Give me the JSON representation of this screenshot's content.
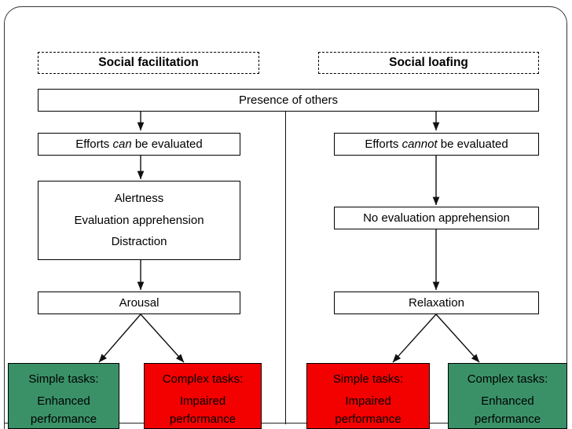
{
  "diagram": {
    "title": "Social facilitation and social loafing flowchart",
    "columns": {
      "left_header": "Social facilitation",
      "right_header": "Social loafing"
    },
    "shared": {
      "presence": "Presence of others"
    },
    "left_branch": {
      "evaluation": {
        "prefix": "Efforts ",
        "emphasis": "can",
        "suffix": " be evaluated"
      },
      "mediators": [
        "Alertness",
        "Evaluation apprehension",
        "Distraction"
      ],
      "state": "Arousal",
      "outcomes": [
        {
          "task": "Simple tasks:",
          "result_line1": "Enhanced",
          "result_line2": "performance",
          "color": "#3a9168",
          "kind": "green"
        },
        {
          "task": "Complex tasks:",
          "result_line1": "Impaired",
          "result_line2": "performance",
          "color": "#f30000",
          "kind": "red"
        }
      ]
    },
    "right_branch": {
      "evaluation": {
        "prefix": "Efforts ",
        "emphasis": "cannot",
        "suffix": " be evaluated"
      },
      "mediators": [
        "No evaluation apprehension"
      ],
      "state": "Relaxation",
      "outcomes": [
        {
          "task": "Simple tasks:",
          "result_line1": "Impaired",
          "result_line2": "performance",
          "color": "#f30000",
          "kind": "red"
        },
        {
          "task": "Complex tasks:",
          "result_line1": "Enhanced",
          "result_line2": "performance",
          "color": "#3a9168",
          "kind": "green"
        }
      ]
    },
    "colors": {
      "green": "#3a9168",
      "red": "#f30000",
      "stroke": "#000000",
      "background": "#ffffff"
    }
  }
}
